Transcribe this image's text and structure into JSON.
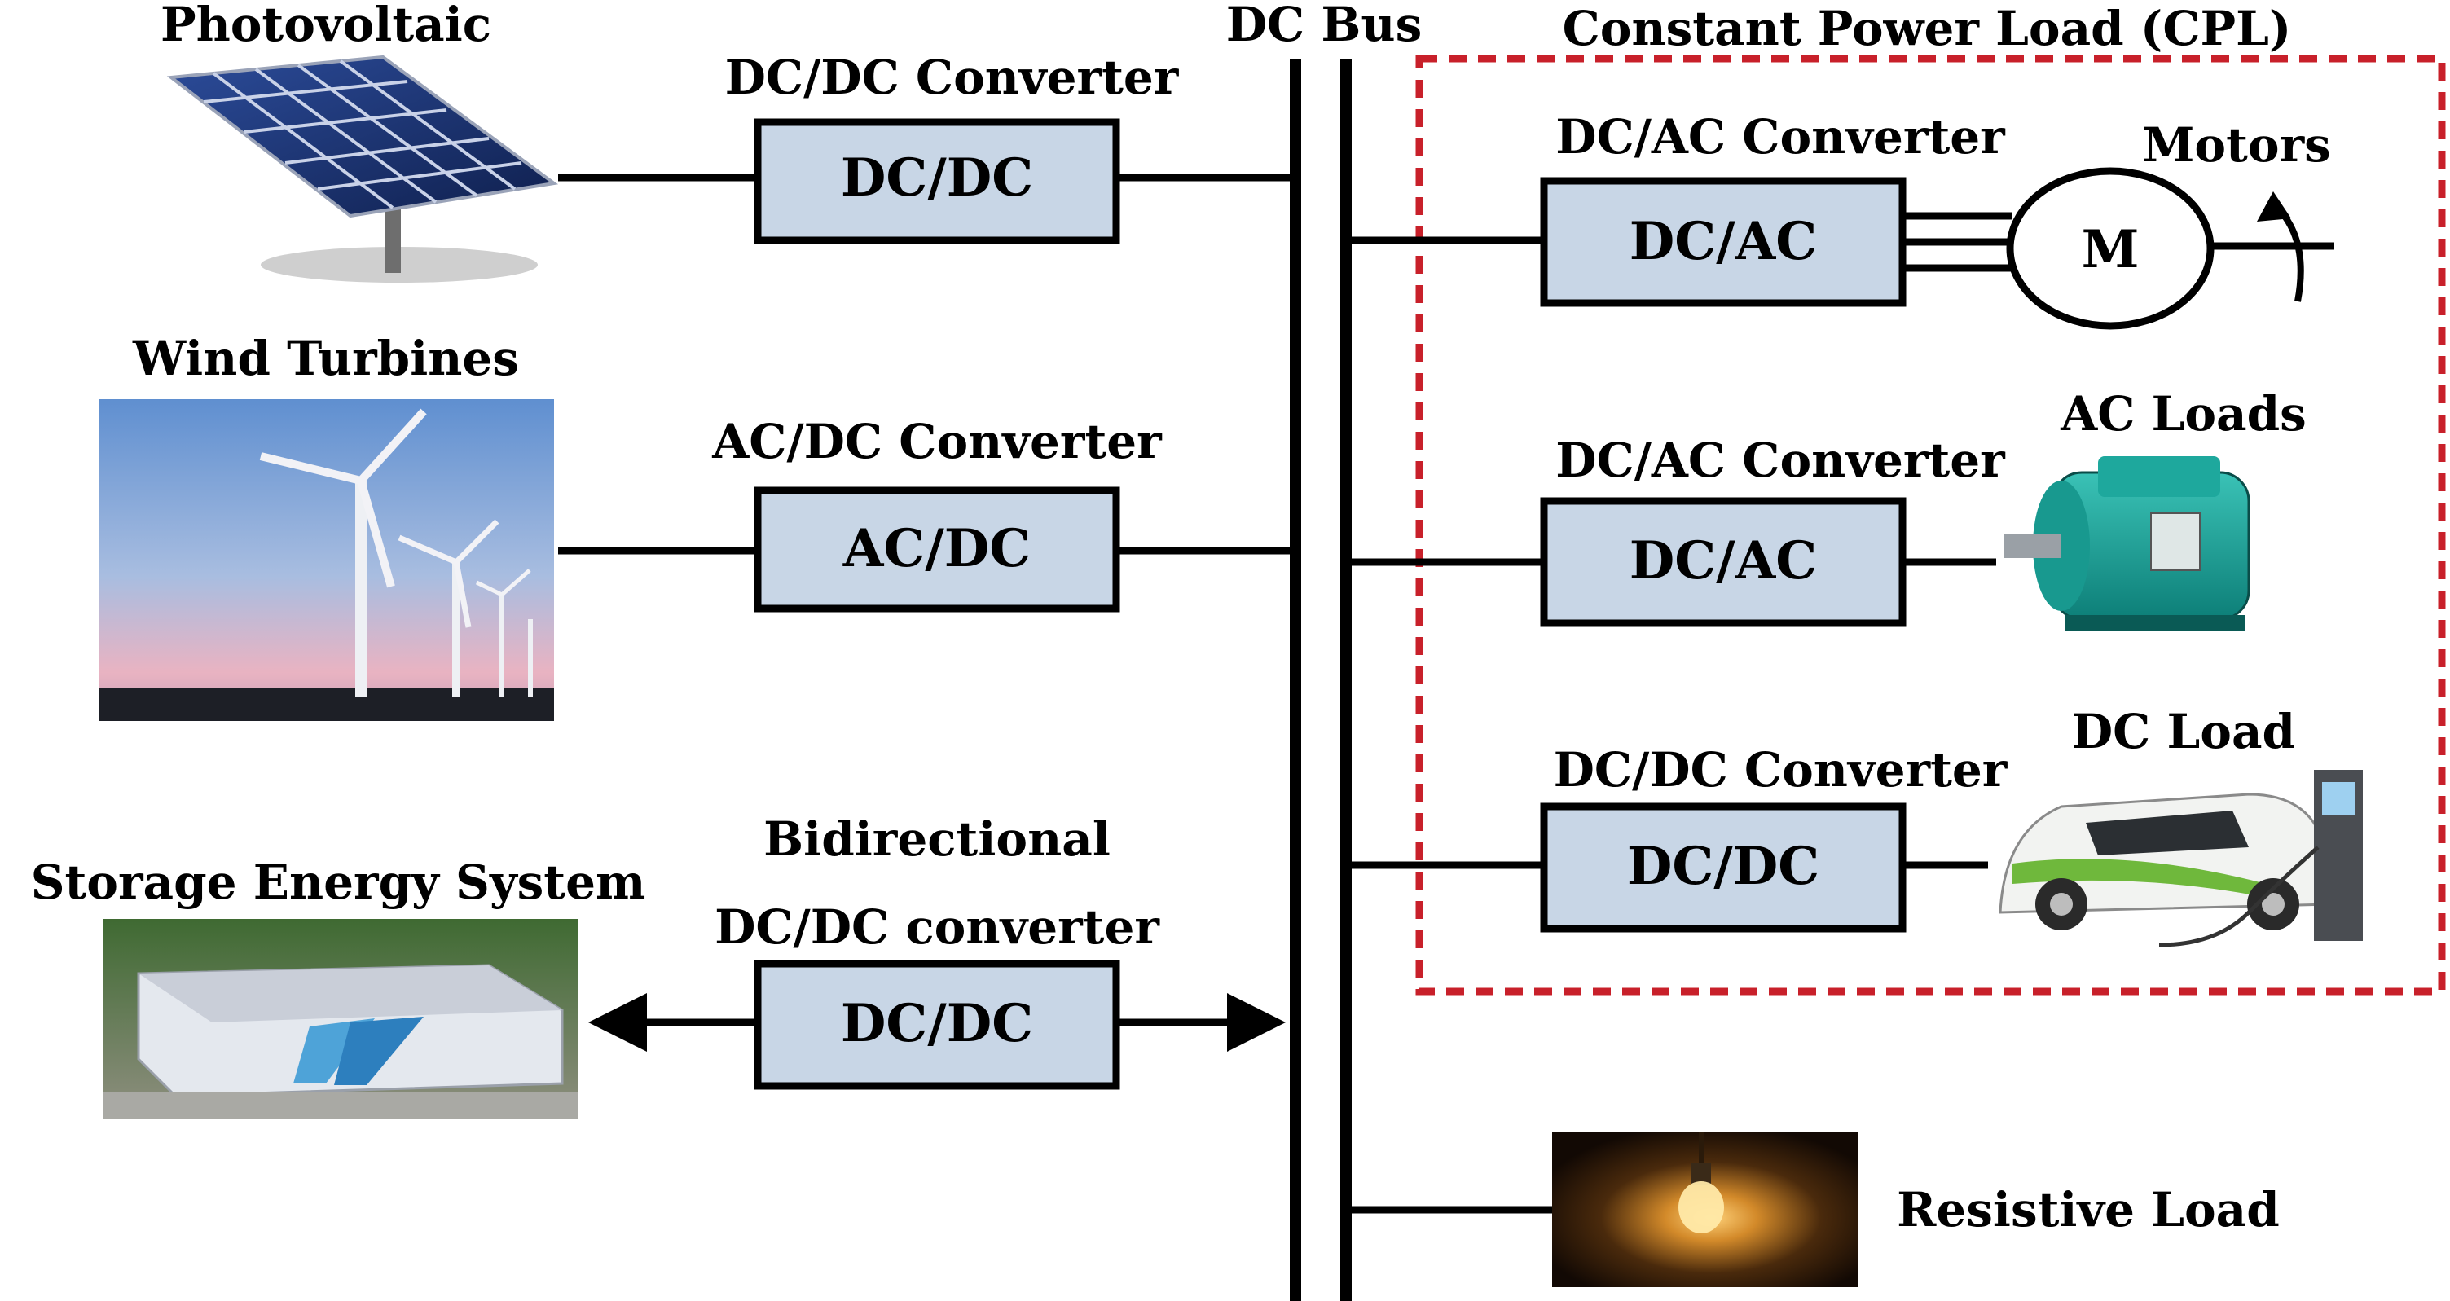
{
  "sources": {
    "pv": {
      "title": "Photovoltaic",
      "converter_title": "DC/DC Converter",
      "box_label": "DC/DC"
    },
    "wind": {
      "title": "Wind Turbines",
      "converter_title": "AC/DC Converter",
      "box_label": "AC/DC"
    },
    "storage": {
      "title": "Storage Energy System",
      "converter_title_line1": "Bidirectional",
      "converter_title_line2": "DC/DC converter",
      "box_label": "DC/DC"
    }
  },
  "bus": {
    "label": "DC Bus"
  },
  "cpl": {
    "title": "Constant Power Load (CPL)",
    "border_color": "#c8202a",
    "motor": {
      "converter_title": "DC/AC Converter",
      "box_label": "DC/AC",
      "load_title": "Motors",
      "motor_symbol": "M"
    },
    "ac": {
      "converter_title": "DC/AC Converter",
      "box_label": "DC/AC",
      "load_title": "AC Loads"
    },
    "dc": {
      "converter_title": "DC/DC Converter",
      "box_label": "DC/DC",
      "load_title": "DC Load"
    }
  },
  "resistive": {
    "title": "Resistive Load"
  },
  "images": {
    "pv": "solar-panel-array",
    "wind": "wind-turbines-photo",
    "storage": "battery-container",
    "ac_load": "ac-generator",
    "dc_load": "electric-car-charging",
    "resistive": "light-bulb"
  },
  "colors": {
    "converter_fill": "#c8d6e6",
    "line": "#000000"
  }
}
